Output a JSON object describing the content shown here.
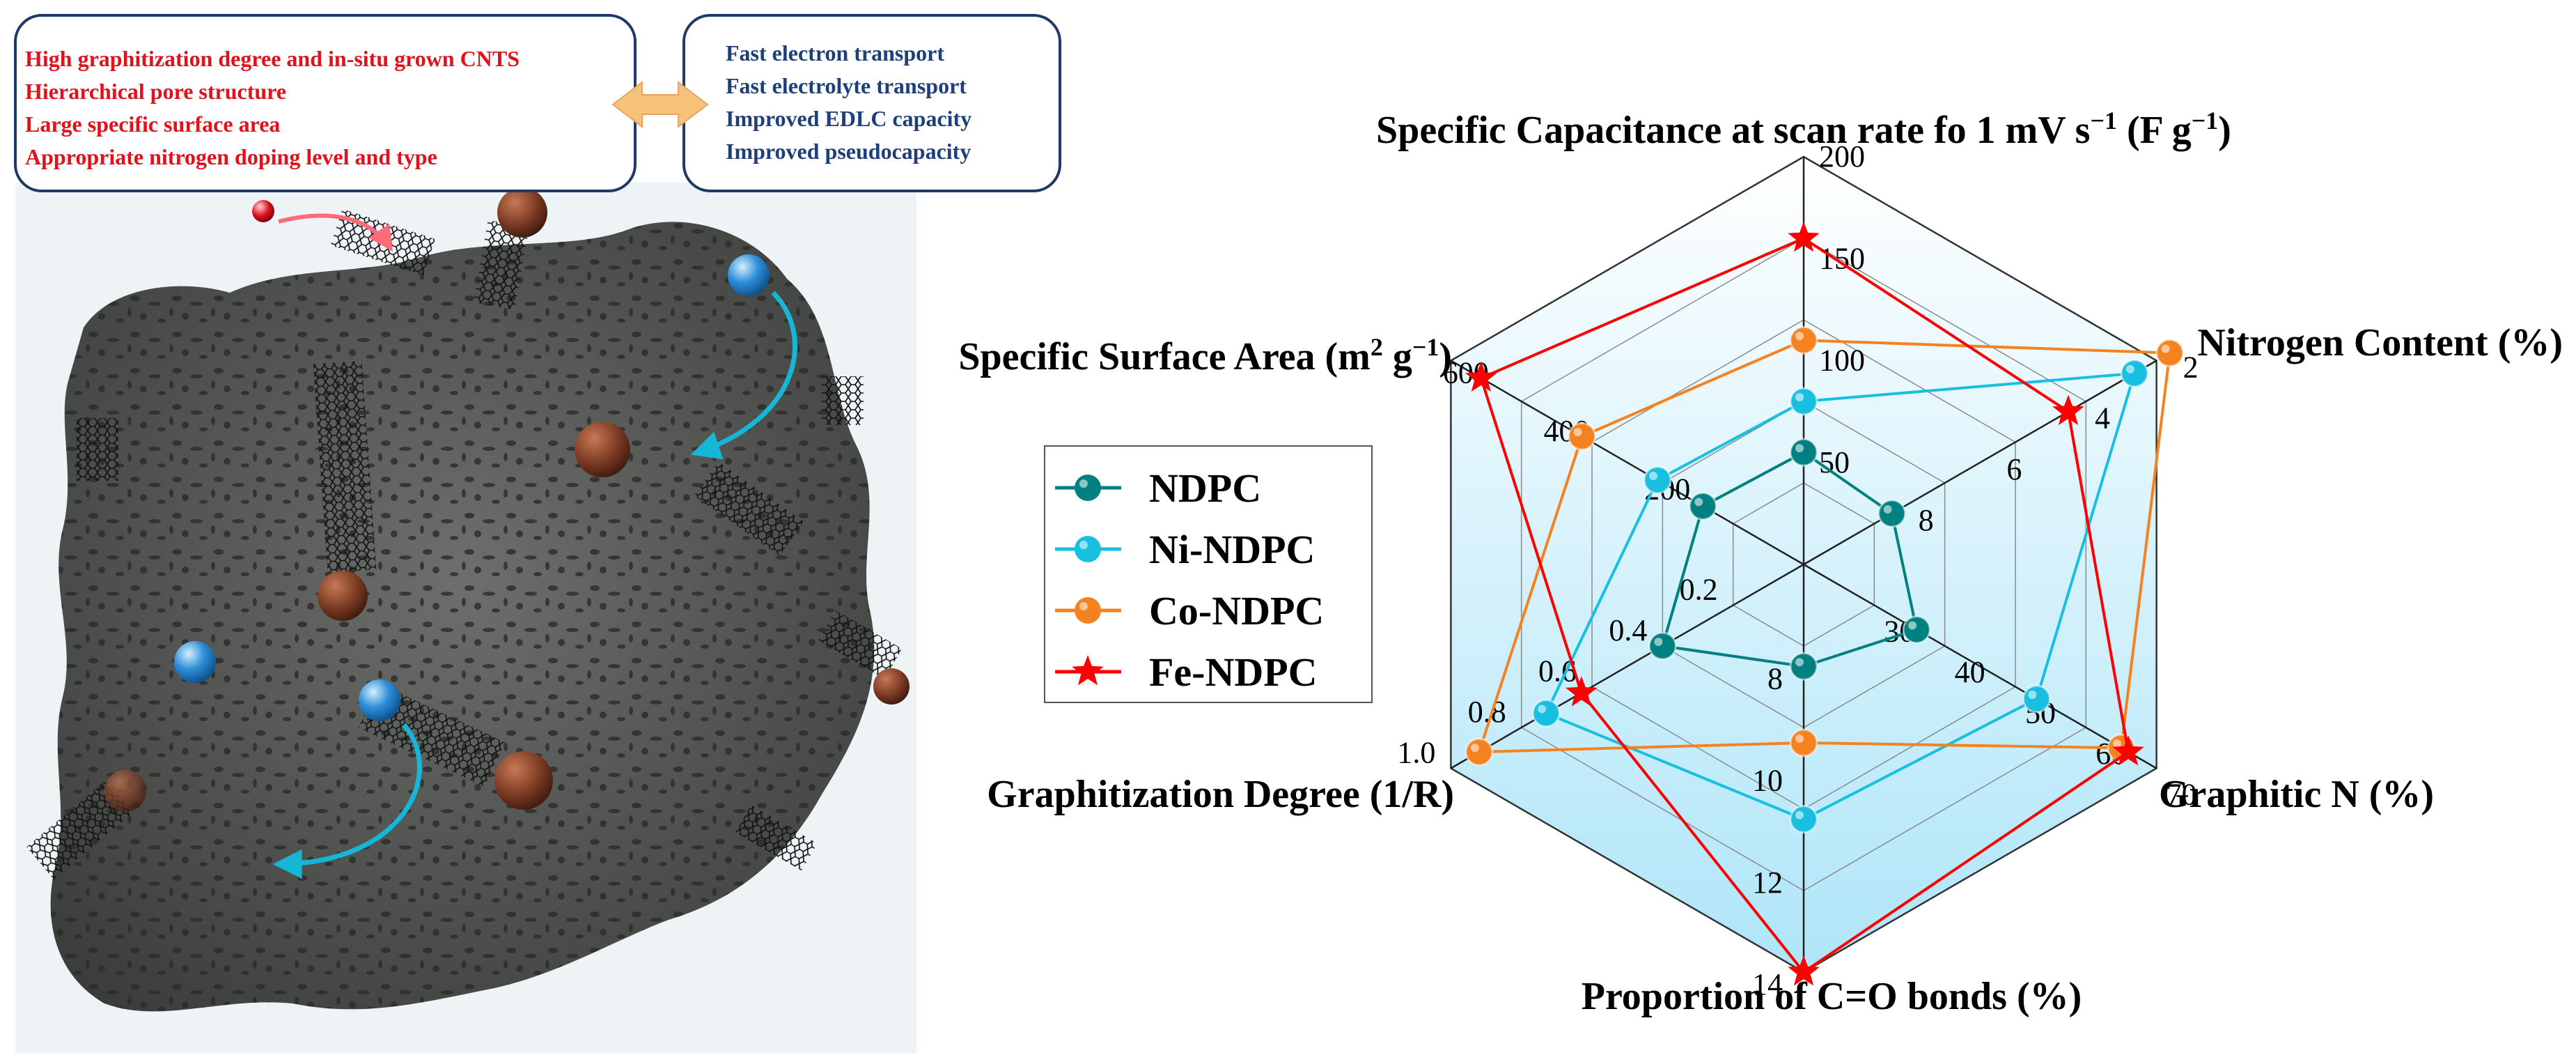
{
  "callouts": {
    "structure_features": [
      "High graphitization degree and in-situ grown CNTS",
      "Hierarchical pore structure",
      "Large specific surface area",
      "Appropriate nitrogen doping level and type"
    ],
    "performance_benefits": [
      "Fast electron transport",
      "Fast electrolyte transport",
      "Improved EDLC capacity",
      "Improved pseudocapacity"
    ]
  },
  "colors": {
    "feature_text": "#e0121c",
    "benefit_text": "#1f3f7a",
    "carbon_body": "#4b4d4b",
    "particle_brown": "#7a3a22",
    "ion_blue": "#2e8fd8",
    "arrow_cyan": "#16b6d6",
    "double_arrow": "#f6c27a"
  },
  "chart_data": {
    "type": "radar",
    "axes": [
      {
        "label": "Specific Capacitance at scan rate fo 1 mV s",
        "sup1": "−1",
        "mid": " (F g",
        "sup2": "−1",
        "end": ")",
        "ticks": [
          "50",
          "100",
          "150",
          "200"
        ]
      },
      {
        "label": "Nitrogen Content (%)",
        "ticks": [
          "8",
          "6",
          "4",
          "2"
        ]
      },
      {
        "label": "Graphitic N (%)",
        "ticks": [
          "30",
          "40",
          "50",
          "60",
          "70"
        ]
      },
      {
        "label": "Proportion of C=O bonds (%)",
        "ticks": [
          "8",
          "10",
          "12",
          "14"
        ]
      },
      {
        "label": "Graphitization Degree (1/R)",
        "ticks": [
          "0.2",
          "0.4",
          "0.6",
          "0.8",
          "1.0"
        ]
      },
      {
        "label": "Specific Surface Area (m",
        "sup1": "2",
        "mid": " g",
        "sup2": "−1",
        "end": ")",
        "ticks": [
          "200",
          "400",
          "600"
        ]
      }
    ],
    "series": [
      {
        "name": "NDPC",
        "color": "#008080",
        "marker": "sphere",
        "values": [
          55,
          8,
          36,
          8,
          0.4,
          200
        ]
      },
      {
        "name": "Ni-NDPC",
        "color": "#19bfe0",
        "marker": "sphere",
        "values": [
          80,
          2.5,
          53,
          11,
          0.73,
          290
        ]
      },
      {
        "name": "Co-NDPC",
        "color": "#f58220",
        "marker": "sphere",
        "values": [
          110,
          1.7,
          65,
          9.5,
          0.92,
          440
        ]
      },
      {
        "name": "Fe-NDPC",
        "color": "#ff0000",
        "marker": "star",
        "values": [
          160,
          4,
          66,
          14,
          0.63,
          640
        ]
      }
    ],
    "background": "light blue gradient",
    "legend_position": "left"
  }
}
